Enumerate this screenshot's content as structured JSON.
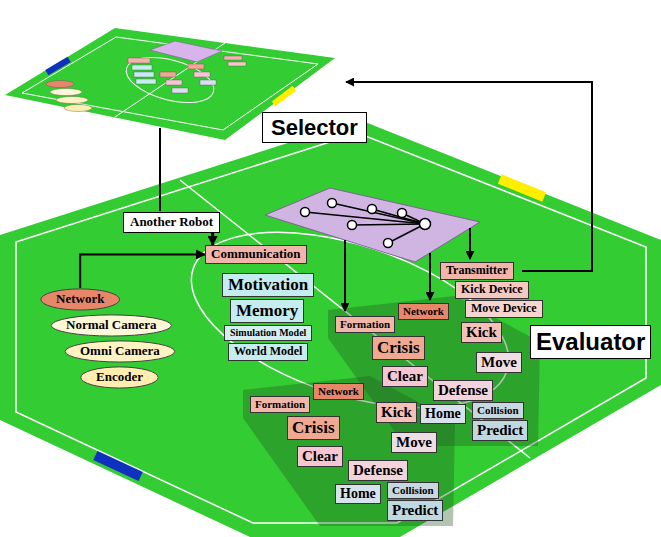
{
  "diagram": {
    "nodes": [
      {
        "text": [
          "Selector"
        ]
      },
      {
        "text": [
          "Another Robot"
        ]
      },
      {
        "text": [
          "Communication"
        ]
      },
      {
        "text": [
          "Transmitter"
        ]
      },
      {
        "text": [
          "Kick Device"
        ]
      },
      {
        "text": [
          "Move Device"
        ]
      },
      {
        "text": [
          "Motivation"
        ]
      },
      {
        "text": [
          "Memory"
        ]
      },
      {
        "text": [
          "Simulation Model"
        ]
      },
      {
        "text": [
          "World Model"
        ]
      },
      {
        "text": [
          "Network"
        ]
      },
      {
        "text": [
          "Normal Camera"
        ]
      },
      {
        "text": [
          "Omni Camera"
        ]
      },
      {
        "text": [
          "Encoder"
        ]
      },
      {
        "text": [
          "Evaluator"
        ]
      },
      {
        "text": [
          "Formation"
        ]
      },
      {
        "text": [
          "Network"
        ]
      },
      {
        "text": [
          "Crisis"
        ]
      },
      {
        "text": [
          "Kick"
        ]
      },
      {
        "text": [
          "Clear"
        ]
      },
      {
        "text": [
          "Defense"
        ]
      },
      {
        "text": [
          "Move"
        ]
      },
      {
        "text": [
          "Home"
        ]
      },
      {
        "text": [
          "Collision"
        ]
      },
      {
        "text": [
          "Predict"
        ]
      },
      {
        "text": [
          "Formation"
        ]
      },
      {
        "text": [
          "Network"
        ]
      },
      {
        "text": [
          "Crisis"
        ]
      },
      {
        "text": [
          "Kick"
        ]
      },
      {
        "text": [
          "Clear"
        ]
      },
      {
        "text": [
          "Defense"
        ]
      },
      {
        "text": [
          "Move"
        ]
      },
      {
        "text": [
          "Home"
        ]
      },
      {
        "text": [
          "Collision"
        ]
      },
      {
        "text": [
          "Predict"
        ]
      }
    ],
    "edges": [
      {
        "from": 1,
        "to": 2,
        "arrow": "to"
      },
      {
        "from": 10,
        "to": 2,
        "arrow": "to"
      }
    ]
  }
}
